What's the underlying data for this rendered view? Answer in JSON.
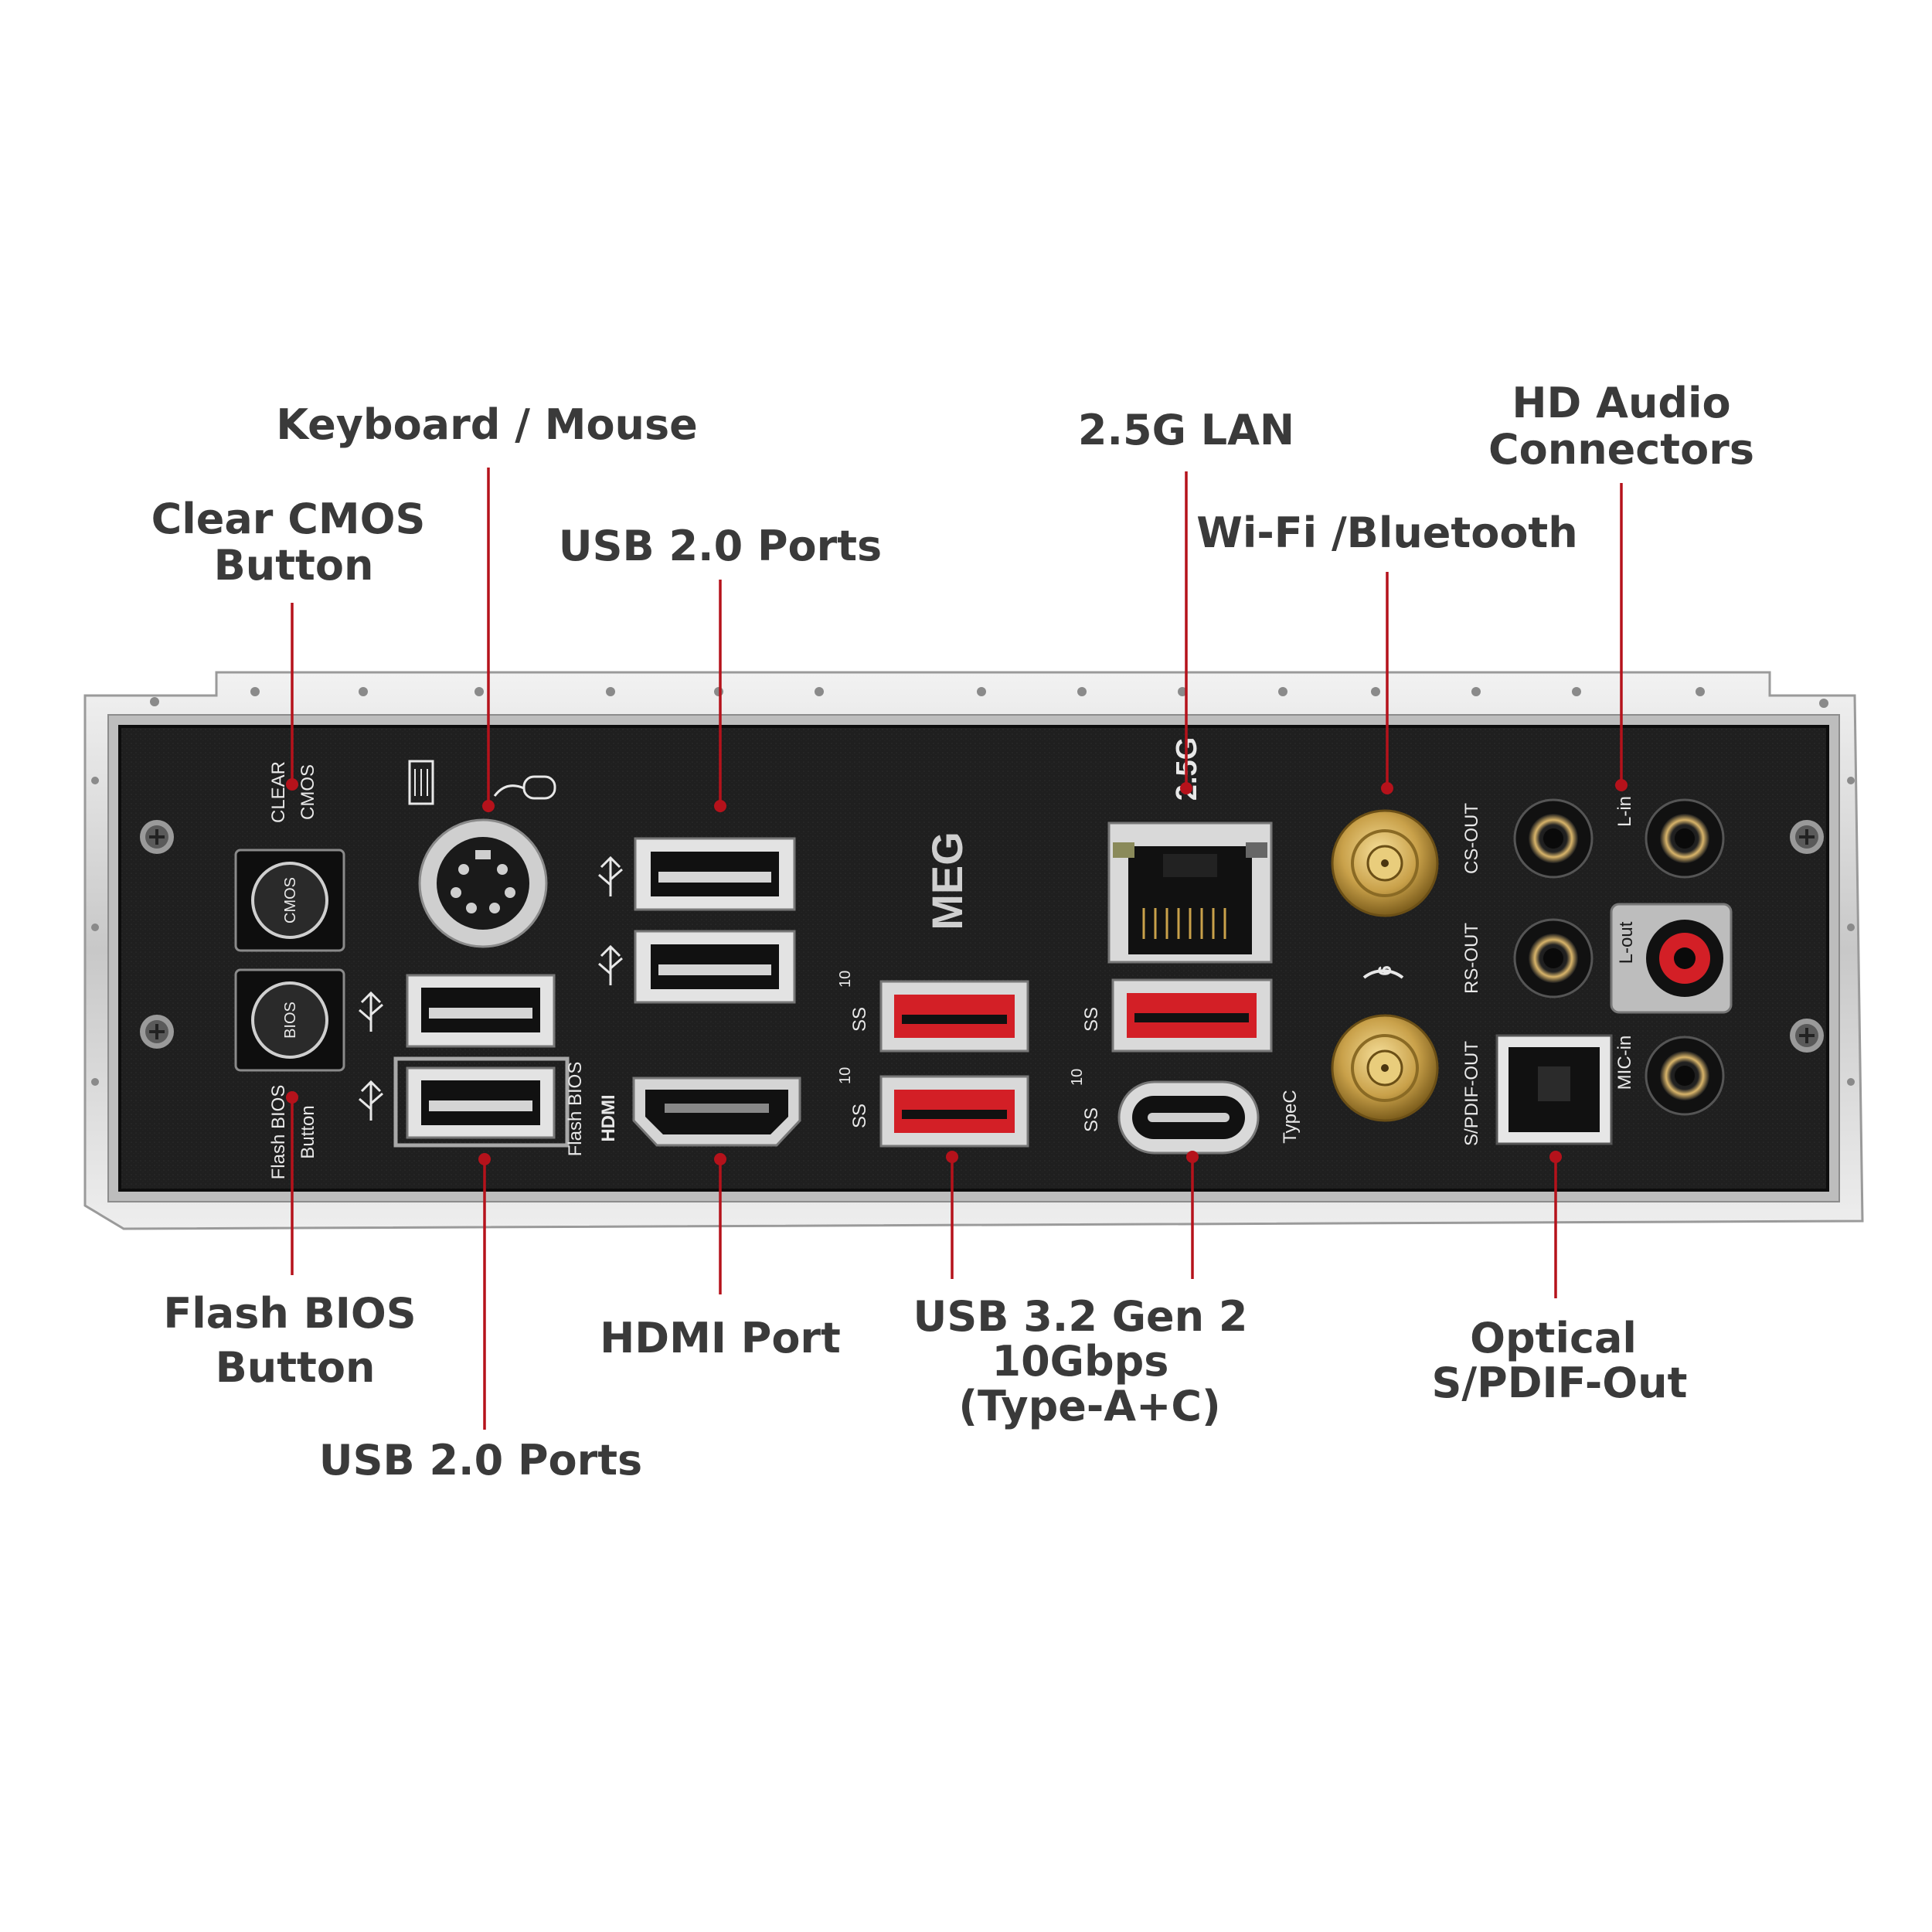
{
  "callouts": {
    "keyboard_mouse": "Keyboard / Mouse",
    "clear_cmos": [
      "Clear CMOS",
      "Button"
    ],
    "usb20_top": "USB 2.0 Ports",
    "lan": "2.5G LAN",
    "wifi_bt": "Wi-Fi /Bluetooth",
    "hd_audio": [
      "HD Audio",
      "Connectors"
    ],
    "flash_bios": [
      "Flash BIOS",
      "Button"
    ],
    "usb20_bottom": "USB 2.0 Ports",
    "hdmi": "HDMI Port",
    "usb32": [
      "USB 3.2 Gen 2",
      "10Gbps",
      "(Type-A+C)"
    ],
    "optical": [
      "Optical",
      "S/PDIF-Out"
    ]
  },
  "panel_text": {
    "clear_cmos": [
      "CLEAR",
      "CMOS"
    ],
    "cmos_btn": "CMOS",
    "bios_btn": "BIOS",
    "flash_bios": [
      "Flash BIOS",
      "Button"
    ],
    "flash_bios_usb": "Flash BIOS",
    "hdmi_logo": "HDMI",
    "brand": "MEG",
    "lan_speed": "2.5G",
    "ss10": "10",
    "ss": "SS",
    "typec": "TypeC",
    "wifi6": "6",
    "cs_out": "CS-OUT",
    "rs_out": "RS-OUT",
    "spdif_out": "S/PDIF-OUT",
    "l_in": "L-in",
    "l_out": "L-out",
    "mic_in": "MIC-in"
  },
  "colors": {
    "accent": "#b5121b",
    "label": "#3a3a3a",
    "panel": "#1e1e1e",
    "bracket": "#d9d9d9",
    "usb3_red": "#d31f26",
    "gold": "#c9a14a"
  }
}
